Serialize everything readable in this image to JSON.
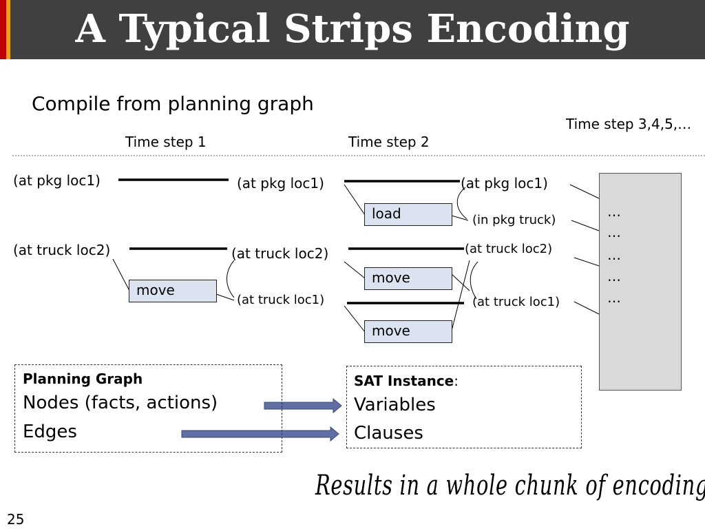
{
  "title": "A Typical Strips Encoding",
  "subtitle": "Compile from planning graph",
  "time_steps": {
    "step1": "Time step 1",
    "step2": "Time step 2",
    "step_rest": "Time step 3,4,5,…"
  },
  "layer0": {
    "fact1": "(at pkg loc1)",
    "fact2": "(at truck loc2)"
  },
  "layer1": {
    "fact1": "(at pkg loc1)",
    "fact2": "(at truck loc2)",
    "fact3": "(at truck loc1)"
  },
  "layer2": {
    "fact1": "(at pkg loc1)",
    "fact2": "(in pkg truck)",
    "fact3": "(at truck loc2)",
    "fact4": "(at truck loc1)"
  },
  "actions": {
    "move1": "move",
    "load": "load",
    "move2": "move",
    "move3": "move"
  },
  "ellipsis": [
    "…",
    "…",
    "…",
    "…",
    "…"
  ],
  "planning_graph": {
    "heading": "Planning Graph",
    "item1": "Nodes (facts, actions)",
    "item2": "Edges"
  },
  "sat_instance": {
    "heading": "SAT Instance",
    "colon": ":",
    "item1": "Variables",
    "item2": "Clauses"
  },
  "results": "Results in a whole chunk of encoding",
  "slide_number": "25",
  "colors": {
    "title_bar": "#404040",
    "accent_red": "#c00000",
    "accent_gold": "#e8a317",
    "action_fill": "#dbe3f1",
    "arrow_fill": "#5f6fa3",
    "panel_fill": "#d9d9d9"
  }
}
